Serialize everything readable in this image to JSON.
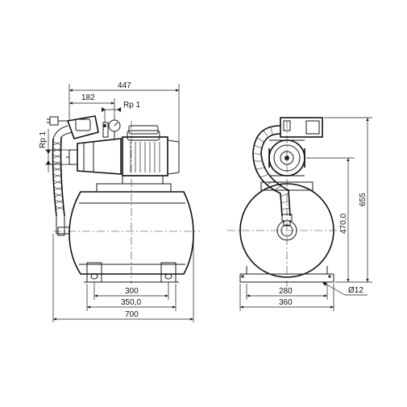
{
  "dimensions": {
    "overall_length": "447",
    "pump_offset": "182",
    "discharge_thread": "Rp 1",
    "suction_thread": "Rp 1",
    "foot_spacing": "300",
    "foot_width": "350,0",
    "tank_length": "700",
    "foot_spacing_side": "280",
    "foot_width_side": "360",
    "hole_diameter": "Ø12",
    "outlet_height": "470,0",
    "total_height": "655"
  }
}
